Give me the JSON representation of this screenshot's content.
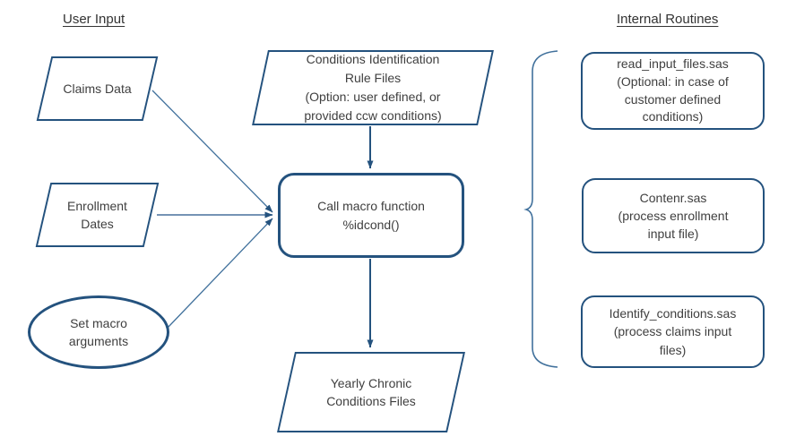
{
  "headings": {
    "left": "User Input",
    "right": "Internal Routines"
  },
  "shapes": {
    "claims": "Claims Data",
    "enrollment": "Enrollment\nDates",
    "set_macro": "Set macro\narguments",
    "rule_files": "Conditions Identification\nRule Files\n(Option: user defined, or\nprovided ccw conditions)",
    "call_macro": "Call macro function\n%idcond()",
    "output": "Yearly Chronic\nConditions Files",
    "routine_read": "read_input_files.sas\n(Optional: in case of\ncustomer defined\nconditions)",
    "routine_contenr": "Contenr.sas\n(process enrollment\ninput file)",
    "routine_identify": "Identify_conditions.sas\n(process claims input\nfiles)"
  },
  "colors": {
    "shape_border": "#24527e",
    "connector": "#41719c",
    "text": "#3f3f3f",
    "bg": "#ffffff"
  }
}
